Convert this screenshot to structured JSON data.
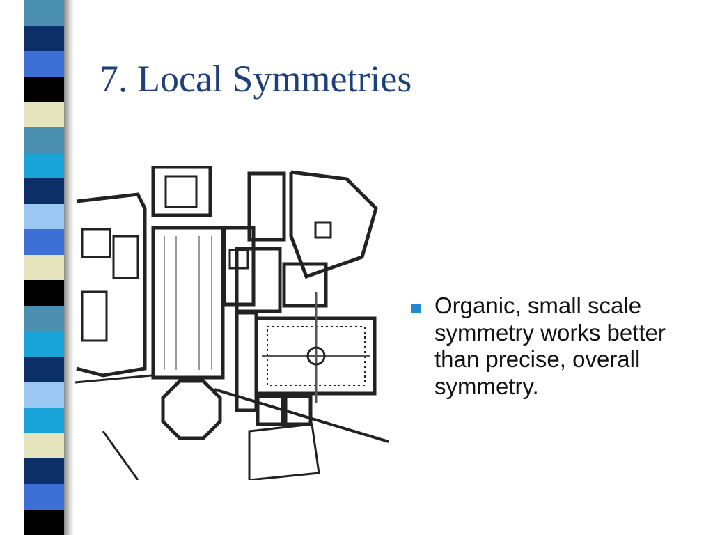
{
  "slide": {
    "title": "7. Local Symmetries",
    "bullets": [
      {
        "text": "Organic, small scale symmetry works better than precise, overall symmetry."
      }
    ]
  },
  "theme": {
    "title_color": "#1d3f7a",
    "bullet_color": "#1e8bd0",
    "strip_colors": [
      "#4a8fb0",
      "#0b2f66",
      "#3d6fd6",
      "#000000",
      "#e6e4bc",
      "#4a8fb0",
      "#1aa3d6",
      "#0b2f66",
      "#9cc8f4",
      "#3d6fd6",
      "#e6e4bc",
      "#000000",
      "#4a8fb0",
      "#1aa3d6",
      "#0b2f66",
      "#9cc8f4",
      "#1aa3d6",
      "#e6e4bc",
      "#0b2f66",
      "#3d6fd6",
      "#000000"
    ]
  },
  "image": {
    "icon": "architectural-floor-plan"
  }
}
